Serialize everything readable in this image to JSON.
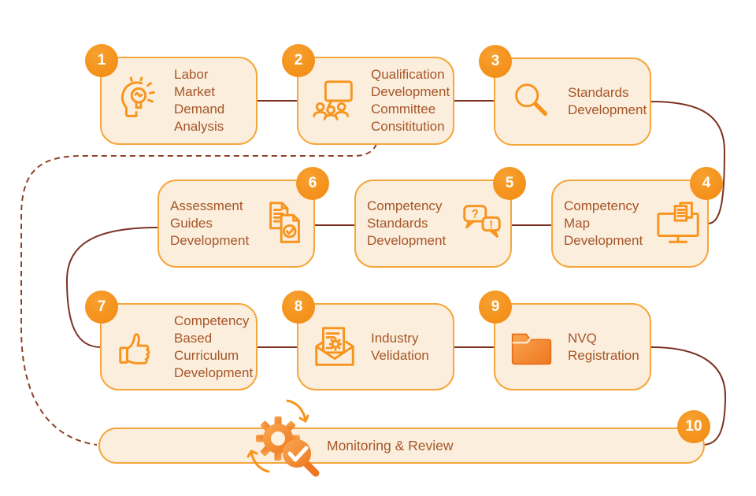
{
  "diagram": "NVQ development process flow",
  "palette": {
    "badge_orange": "#F6921E",
    "card_background": "#FCEEDC",
    "card_border": "#F6A63B",
    "text_brown": "#A5562A",
    "connector_dark": "#7B3222",
    "dashed_line": "#8B4226",
    "icon_orange": "#F7941E"
  },
  "steps": [
    {
      "number": "1",
      "label": "Labor\nMarket\nDemand\nAnalysis",
      "icon": "idea-head-icon"
    },
    {
      "number": "2",
      "label": "Qualification\nDevelopment\nCommittee\nConsititution",
      "icon": "committee-presentation-icon"
    },
    {
      "number": "3",
      "label": "Standards\nDevelopment",
      "icon": "magnifier-icon"
    },
    {
      "number": "4",
      "label": "Competency\nMap\nDevelopment",
      "icon": "monitor-documents-icon"
    },
    {
      "number": "5",
      "label": "Competency\nStandards\nDevelopment",
      "icon": "chat-bubbles-icon"
    },
    {
      "number": "6",
      "label": "Assessment\nGuides\nDevelopment",
      "icon": "documents-check-icon"
    },
    {
      "number": "7",
      "label": "Competency\nBased\nCurriculum\nDevelopment",
      "icon": "thumbs-up-icon"
    },
    {
      "number": "8",
      "label": "Industry\nVelidation",
      "icon": "envelope-document-icon"
    },
    {
      "number": "9",
      "label": "NVQ\nRegistration",
      "icon": "folder-icon"
    },
    {
      "number": "10",
      "label": "Monitoring & Review",
      "icon": "gear-magnifier-icon"
    }
  ]
}
